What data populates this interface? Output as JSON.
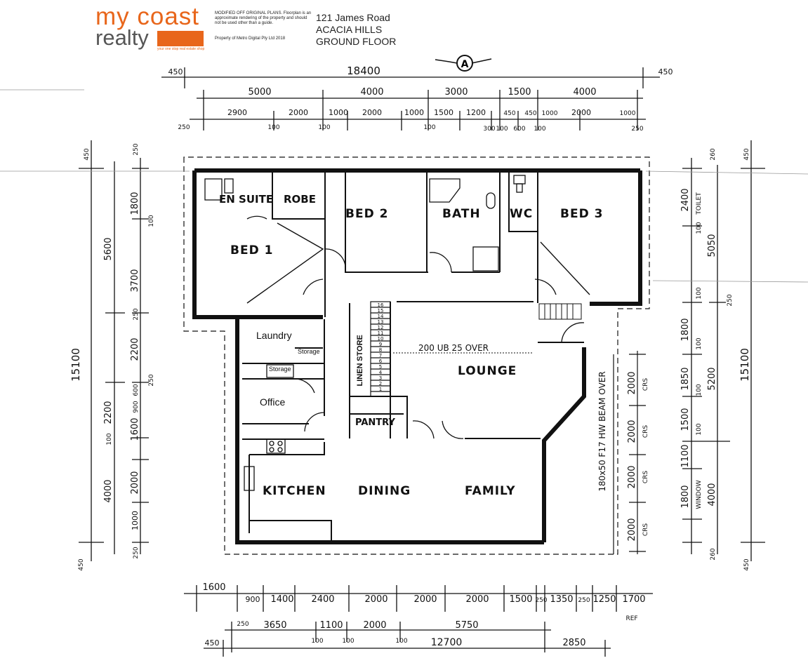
{
  "header": {
    "logo_line1": "my coast",
    "logo_line2": "realty",
    "logo_tagline": "your one stop real estate shop",
    "disclaimer": "MODIFIED OFF ORIGINAL PLANS. Floorplan is an approximate rendering of the property and should not be used other than a guide.",
    "copyright": "Property of Metro Digital Pty Ltd 2018",
    "address_line1": "121 James Road",
    "address_line2": "ACACIA HILLS",
    "address_line3": "GROUND FLOOR"
  },
  "north_label": "A",
  "rooms": {
    "ensuite": "EN SUITE",
    "robe": "ROBE",
    "bed1": "BED 1",
    "bed2": "BED 2",
    "bath": "BATH",
    "wc": "WC",
    "bed3": "BED 3",
    "laundry": "Laundry",
    "storage_a": "Storage",
    "storage_b": "Storage",
    "office": "Office",
    "store": "STORE",
    "linen": "LINEN",
    "pantry": "PANTRY",
    "lounge": "LOUNGE",
    "kitchen": "KITCHEN",
    "dining": "DINING",
    "family": "FAMILY"
  },
  "notes": {
    "beam": "200 UB 25 OVER",
    "hw_beam": "180x50 F17 HW BEAM OVER",
    "crs_1": "CRS",
    "crs_2": "CRS",
    "crs_3": "CRS",
    "crs_4": "CRS",
    "toilet": "TOILET",
    "window": "WINDOW",
    "ref": "REF"
  },
  "stair_numbers": [
    "16",
    "15",
    "14",
    "13",
    "12",
    "11",
    "10",
    "9",
    "8",
    "7",
    "6",
    "5",
    "4",
    "3",
    "2",
    "1"
  ],
  "dimensions": {
    "top_total": "18400",
    "top_left_450": "450",
    "top_right_450": "450",
    "top_row2": [
      "5000",
      "4000",
      "3000",
      "1500",
      "4000"
    ],
    "top_row3": [
      "2900",
      "2000",
      "1000",
      "2000",
      "1000",
      "1500",
      "1200",
      "450",
      "450",
      "1000",
      "2000",
      "1000"
    ],
    "top_row3_small": [
      "250",
      "100",
      "100",
      "100",
      "300",
      "100",
      "600",
      "100",
      "250"
    ],
    "left_outer": "15100",
    "left_top_450": "450",
    "left_bottom_450": "450",
    "left_mid": [
      "5600",
      "4000"
    ],
    "left_inner": [
      "1800",
      "3700",
      "2200",
      "2200",
      "1600",
      "2000",
      "1000"
    ],
    "left_inner_small": [
      "250",
      "100",
      "250",
      "250",
      "900",
      "600",
      "100",
      "250"
    ],
    "right_outer": "15100",
    "right_top_450": "450",
    "right_bottom_450": "450",
    "right_mid": [
      "5050",
      "5200",
      "4000"
    ],
    "right_inner": [
      "2400",
      "1800",
      "1850",
      "1500",
      "1100",
      "1800"
    ],
    "right_inner_small": [
      "260",
      "100",
      "100",
      "250",
      "100",
      "100",
      "100",
      "260"
    ],
    "beam_crs": [
      "2000",
      "2000",
      "2000",
      "2000"
    ],
    "bottom_row1": [
      "1600",
      "900",
      "1400",
      "2400",
      "2000",
      "2000",
      "2000",
      "1500",
      "250",
      "1350",
      "250",
      "1250",
      "1700"
    ],
    "bottom_row2": [
      "250",
      "3650",
      "1100",
      "2000",
      "5750"
    ],
    "bottom_row2_small": [
      "100",
      "100",
      "100"
    ],
    "bottom_row3": [
      "450",
      "12700",
      "2850"
    ]
  }
}
